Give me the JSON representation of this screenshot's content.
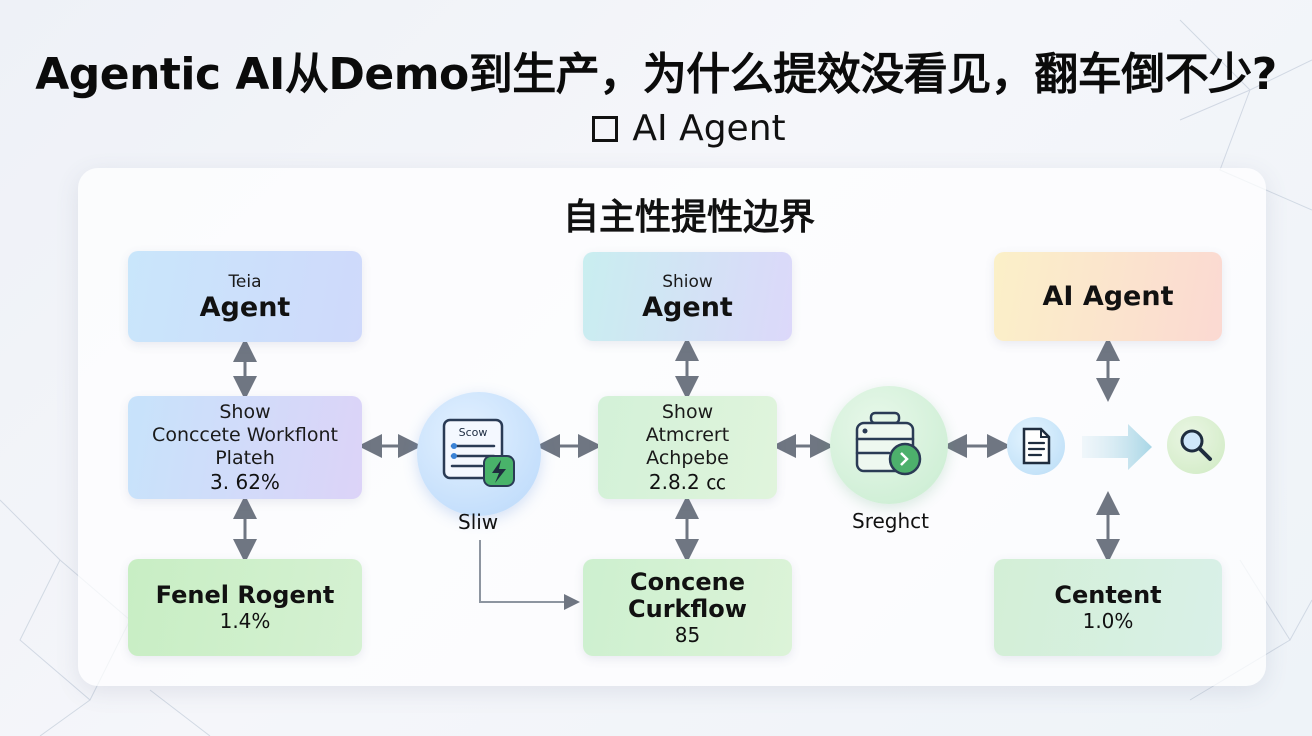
{
  "header": {
    "title": "Agentic AI从Demo到生产，为什么提效没看见，翻车倒不少?",
    "subtitle": "AI Agent"
  },
  "panel": {
    "title": "自主性提性边界"
  },
  "boxes": {
    "top_left": {
      "small": "Teia",
      "big": "Agent"
    },
    "mid_left": {
      "line1": "Show",
      "line2": "Conccete Workflont",
      "line3": "Plateh",
      "value": "3. 62%"
    },
    "bottom_left": {
      "big": "Fenel Rogent",
      "value": "1.4%"
    },
    "top_center": {
      "small": "Shiow",
      "big": "Agent"
    },
    "mid_center": {
      "line1": "Show",
      "line2": "Atmcrert",
      "line3": "Achpebe",
      "value": "2.8.2 ㏄"
    },
    "bottom_center": {
      "big1": "Concene",
      "big2": "Curkflow",
      "value": "85"
    },
    "top_right": {
      "big": "AI Agent"
    },
    "bottom_right": {
      "big": "Centent",
      "value": "1.0%"
    }
  },
  "nodes": {
    "left_circle": {
      "icon_text": "Scow",
      "label": "Sliw",
      "icon": "workflow-list-bolt-icon"
    },
    "right_circle": {
      "label": "Sreghct",
      "icon": "toolbox-gear-icon"
    },
    "doc_icon": "document-icon",
    "search_icon": "magnifier-icon"
  },
  "colors": {
    "arrow": "#6f7682",
    "accent_green": "#2f9e5a",
    "accent_blue": "#3a82d6"
  }
}
